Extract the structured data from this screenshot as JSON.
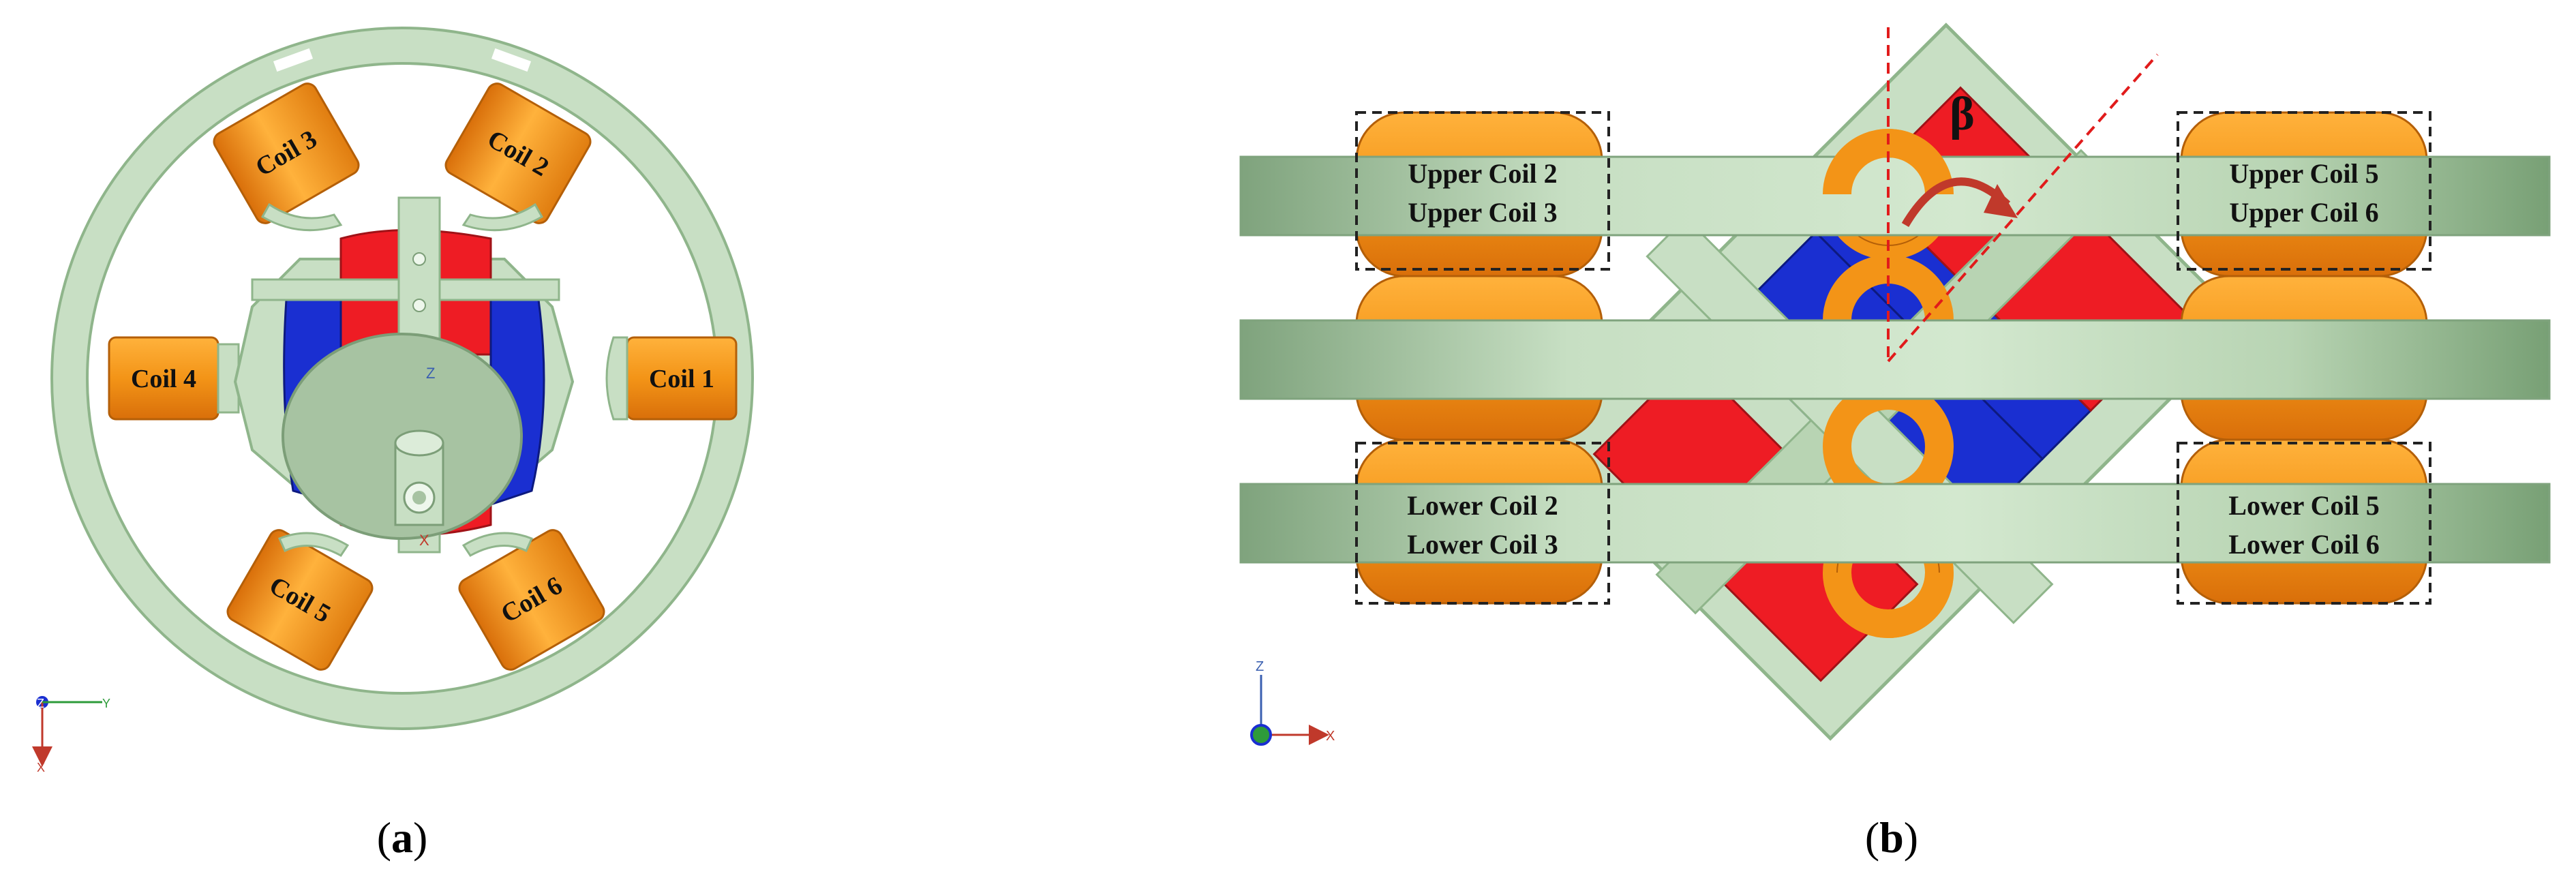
{
  "panel_a": {
    "caption_open": "(",
    "caption_letter": "a",
    "caption_close": ")",
    "coils": {
      "coil1": "Coil 1",
      "coil2": "Coil 2",
      "coil3": "Coil 3",
      "coil4": "Coil 4",
      "coil5": "Coil 5",
      "coil6": "Coil 6"
    },
    "rotor_axis_z": "Z",
    "rotor_axis_x": "X",
    "triad": {
      "z": "Z",
      "y": "Y",
      "x": "X"
    }
  },
  "panel_b": {
    "caption_open": "(",
    "caption_letter": "b",
    "caption_close": ")",
    "angle_symbol": "β",
    "groups": {
      "upper_left_1": "Upper Coil 2",
      "upper_left_2": "Upper Coil 3",
      "upper_right_1": "Upper Coil 5",
      "upper_right_2": "Upper Coil 6",
      "lower_left_1": "Lower Coil 2",
      "lower_left_2": "Lower Coil 3",
      "lower_right_1": "Lower Coil 5",
      "lower_right_2": "Lower Coil 6"
    },
    "triad": {
      "z": "Z",
      "x": "X"
    }
  },
  "colors": {
    "frame_green": "#c8dfc4",
    "frame_stroke": "#8fb58b",
    "coil_orange": "#f39417",
    "magnet_red": "#ee1c24",
    "magnet_blue": "#1a2fd1",
    "guide_red": "#e11b1b"
  }
}
